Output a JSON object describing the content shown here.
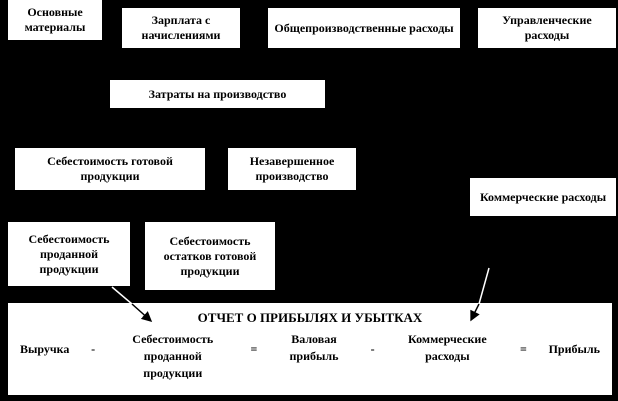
{
  "colors": {
    "background": "#000000",
    "box_fill": "#ffffff",
    "text": "#000000"
  },
  "boxes": {
    "materials": "Основные материалы",
    "salary": "Зарплата с начислениями",
    "overhead": "Общепроизводственные расходы",
    "admin": "Управленческие расходы",
    "production_costs": "Затраты на производство",
    "finished_goods_cost": "Себестоимость готовой продукции",
    "wip": "Незавершенное производство",
    "commercial": "Коммерческие расходы",
    "cogs_sold": "Себестоимость проданной продукции",
    "cogs_remainder": "Себестоимость остатков готовой продукции"
  },
  "report": {
    "title": "ОТЧЕТ О ПРИБЫЛЯХ И УБЫТКАХ",
    "revenue": "Выручка",
    "minus1": "-",
    "cogs": "Себестоимость проданной продукции",
    "equals1": "=",
    "gross_profit": "Валовая прибыль",
    "minus2": "-",
    "commercial": "Коммерческие расходы",
    "equals2": "=",
    "profit": "Прибыль"
  }
}
